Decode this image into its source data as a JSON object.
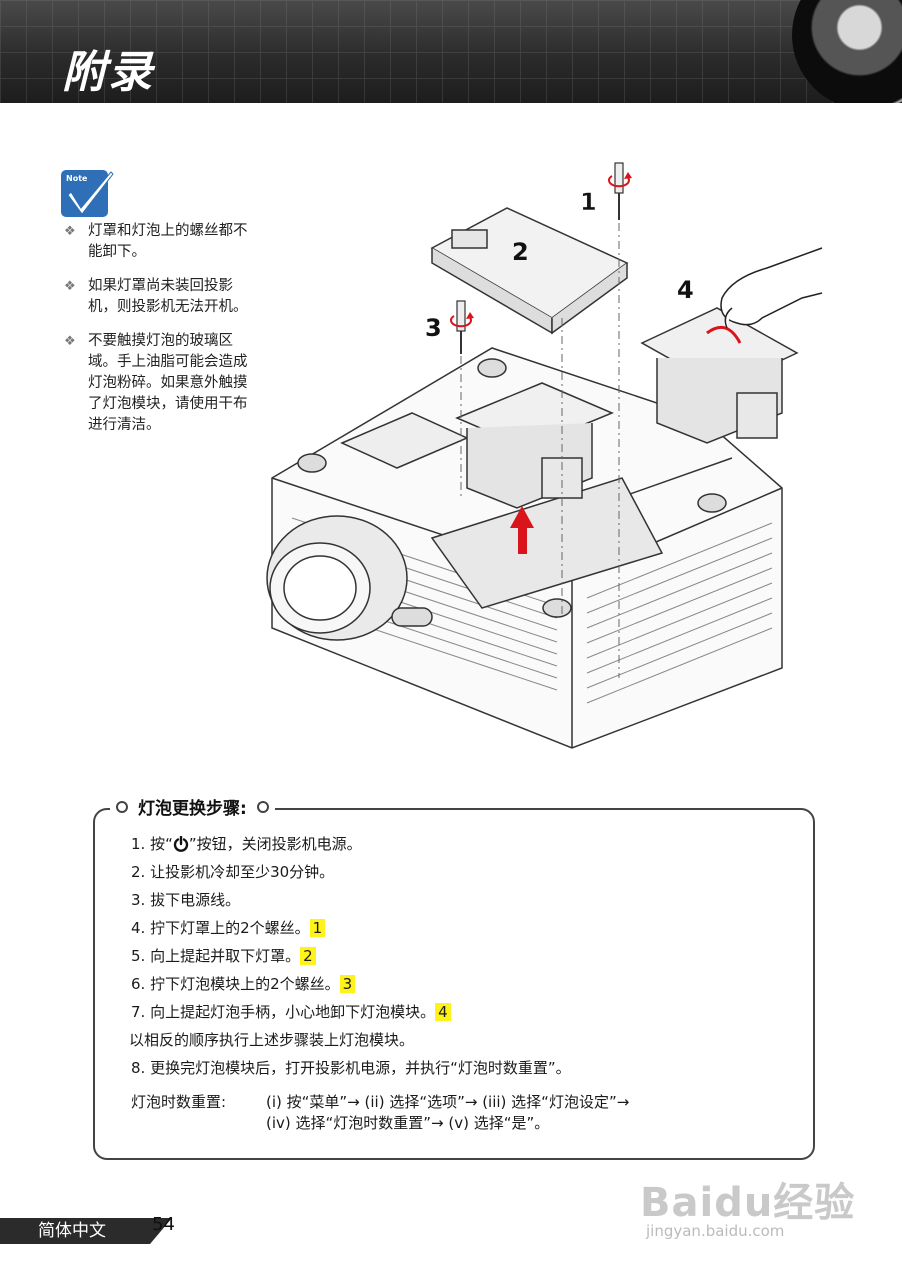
{
  "header": {
    "title": "附录"
  },
  "note": {
    "icon_label": "Note",
    "items": [
      "灯罩和灯泡上的螺丝都不能卸下。",
      "如果灯罩尚未装回投影机，则投影机无法开机。",
      "不要触摸灯泡的玻璃区域。手上油脂可能会造成灯泡粉碎。如果意外触摸了灯泡模块，请使用干布进行清洁。"
    ]
  },
  "diagram": {
    "callouts": [
      "1",
      "2",
      "3",
      "4"
    ]
  },
  "procedure": {
    "title": "灯泡更换步骤:",
    "step1_pre": "1. 按“",
    "step1_post": "”按钮，关闭投影机电源。",
    "step2": "2. 让投影机冷却至少30分钟。",
    "step3": "3. 拔下电源线。",
    "step4": "4. 拧下灯罩上的2个螺丝。",
    "step4_ref": "1",
    "step5": "5. 向上提起并取下灯罩。",
    "step5_ref": "2",
    "step6": "6. 拧下灯泡模块上的2个螺丝。",
    "step6_ref": "3",
    "step7": "7. 向上提起灯泡手柄，小心地卸下灯泡模块。",
    "step7_ref": "4",
    "reverse": "以相反的顺序执行上述步骤装上灯泡模块。",
    "step8": "8. 更换完灯泡模块后，打开投影机电源，并执行“灯泡时数重置”。",
    "reset_label": "灯泡时数重置:",
    "reset_line1": "(i) 按“菜单”→ (ii) 选择“选项”→ (iii) 选择“灯泡设定”→",
    "reset_line2": "(iv) 选择“灯泡时数重置”→ (v) 选择“是”。"
  },
  "footer": {
    "language": "简体中文",
    "page_number": "54"
  },
  "watermark": {
    "logo": "Baidu经验",
    "url": "jingyan.baidu.com"
  },
  "colors": {
    "highlight": "#fff21a",
    "arrow_red": "#d9141b",
    "note_blue": "#2e6fb8"
  }
}
